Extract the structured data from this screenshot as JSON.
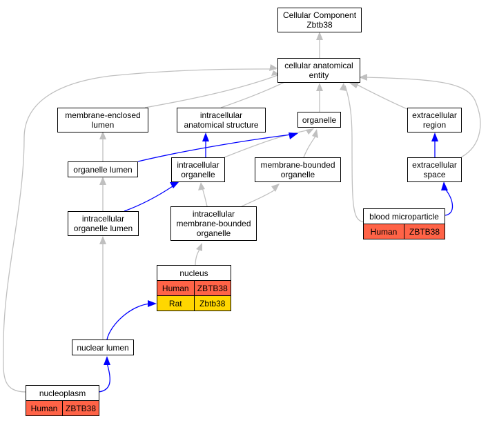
{
  "colors": {
    "gray_edge": "#c0c0c0",
    "blue_edge": "#0000ff",
    "human_fill": "#ff6347",
    "rat_fill": "#ffd700"
  },
  "nodes": {
    "root": "Cellular Component\nZbtb38",
    "cae": "cellular anatomical\nentity",
    "mel": "membrane-enclosed\nlumen",
    "ias": "intracellular\nanatomical structure",
    "organelle": "organelle",
    "ecr": "extracellular\nregion",
    "olumen": "organelle lumen",
    "iorg": "intracellular\norganelle",
    "mbo": "membrane-bounded\norganelle",
    "ecs": "extracellular\nspace",
    "iol": "intracellular\norganelle lumen",
    "imbo": "intracellular\nmembrane-bounded\norganelle",
    "nlumen": "nuclear lumen"
  },
  "tables": {
    "blood": {
      "title": "blood microparticle",
      "rows": [
        [
          "Human",
          "ZBTB38"
        ]
      ]
    },
    "nucleus": {
      "title": "nucleus",
      "rows": [
        [
          "Human",
          "ZBTB38"
        ],
        [
          "Rat",
          "Zbtb38"
        ]
      ]
    },
    "nucleoplasm": {
      "title": "nucleoplasm",
      "rows": [
        [
          "Human",
          "ZBTB38"
        ]
      ]
    }
  }
}
